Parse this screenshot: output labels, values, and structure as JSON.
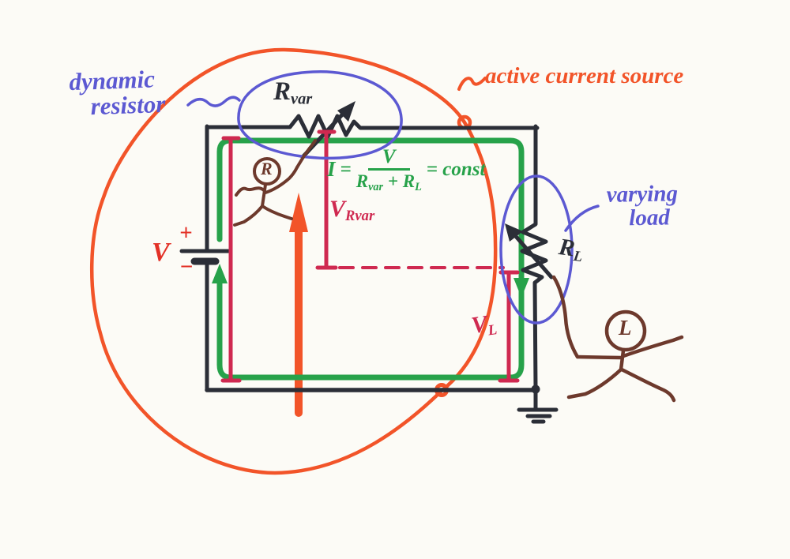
{
  "colors": {
    "paper": "#fcfbf6",
    "black": "#2b2e37",
    "green": "#27a24a",
    "crimson": "#cf2950",
    "red": "#e33127",
    "orange": "#f25429",
    "blue": "#5c59d2",
    "brown": "#6d392c"
  },
  "annotations": {
    "dynamic_resistor_line1": "dynamic",
    "dynamic_resistor_line2": "resistor",
    "active_current_source": "active current source",
    "varying_load_line1": "varying",
    "varying_load_line2": "load"
  },
  "components": {
    "rvar_label": {
      "base": "R",
      "sub": "var"
    },
    "rl_label": {
      "base": "R",
      "sub": "L"
    },
    "battery": {
      "label": "V",
      "plus": "+",
      "minus": "−"
    },
    "v_rvar": {
      "base": "V",
      "sub": "Rvar"
    },
    "v_l": {
      "base": "V",
      "sub": "L"
    },
    "figure_resistor_head": "R",
    "figure_load_head": "L"
  },
  "formula": {
    "lhs": "I",
    "eq": "=",
    "numerator": "V",
    "den_r1": "R",
    "den_r1_sub": "var",
    "den_plus": "+",
    "den_r2": "R",
    "den_r2_sub": "L",
    "rhs": "= const"
  }
}
